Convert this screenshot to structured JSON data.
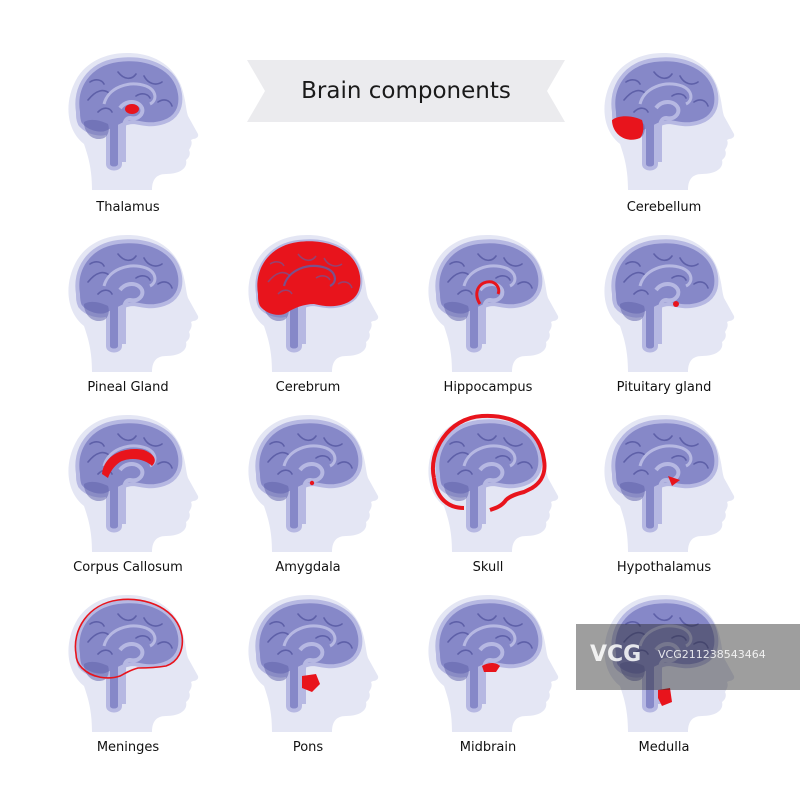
{
  "title": "Brain components",
  "components": [
    {
      "label": "Thalamus",
      "highlight": "thalamus"
    },
    {
      "label": "Cerebellum",
      "highlight": "cerebellum"
    },
    {
      "label": "Pineal Gland",
      "highlight": "pineal"
    },
    {
      "label": "Cerebrum",
      "highlight": "cerebrum"
    },
    {
      "label": "Hippocampus",
      "highlight": "hippocampus"
    },
    {
      "label": "Pituitary gland",
      "highlight": "pituitary"
    },
    {
      "label": "Corpus Callosum",
      "highlight": "corpus"
    },
    {
      "label": "Amygdala",
      "highlight": "amygdala"
    },
    {
      "label": "Skull",
      "highlight": "skull"
    },
    {
      "label": "Hypothalamus",
      "highlight": "hypothalamus"
    },
    {
      "label": "Meninges",
      "highlight": "meninges"
    },
    {
      "label": "Pons",
      "highlight": "pons"
    },
    {
      "label": "Midbrain",
      "highlight": "midbrain"
    },
    {
      "label": "Medulla",
      "highlight": "medulla"
    }
  ],
  "watermark": {
    "logo": "VCG",
    "code": "VCG211238543464"
  },
  "colors": {
    "head": "#e4e6f4",
    "brain": "#8688c8",
    "brain_outline": "#b6b8e2",
    "fold": "#5e60a8",
    "highlight": "#e8141c",
    "banner": "#ebebee"
  }
}
